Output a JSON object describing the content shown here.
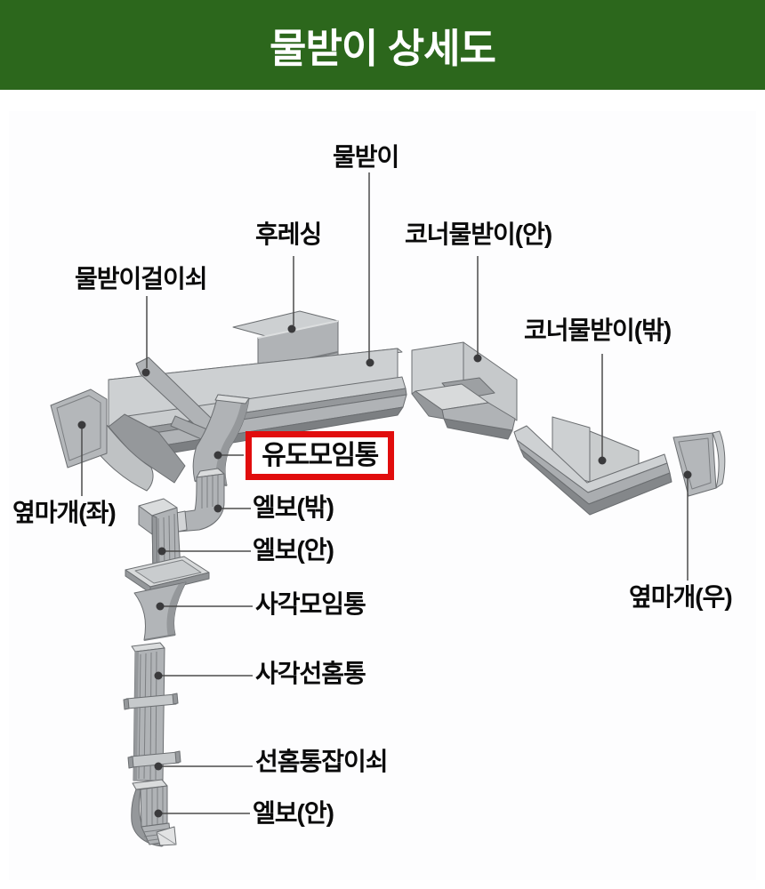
{
  "colors": {
    "header_bg": "#2c671c",
    "header_text": "#ffffff",
    "highlight": "#e10d0d",
    "label_text": "#0b0b0b",
    "leader": "#4c4c4c",
    "canvas_bg": "#fdfdfe"
  },
  "header": {
    "title": "물받이 상세도"
  },
  "diagram": {
    "labels": [
      {
        "text": "물받이",
        "part": "gutter"
      },
      {
        "text": "후레싱",
        "part": "flashing"
      },
      {
        "text": "코너물받이(안)",
        "part": "inside-corner-gutter"
      },
      {
        "text": "물받이걸이쇠",
        "part": "gutter-hanger-bracket"
      },
      {
        "text": "코너물받이(밖)",
        "part": "outside-corner-gutter"
      },
      {
        "text": "유도모임통",
        "part": "drop-outlet-funnel",
        "highlighted": true
      },
      {
        "text": "옆마개(좌)",
        "part": "end-cap-left"
      },
      {
        "text": "엘보(밖)",
        "part": "elbow-outside"
      },
      {
        "text": "엘보(안)",
        "part": "elbow-inside"
      },
      {
        "text": "사각모임통",
        "part": "square-collector-box"
      },
      {
        "text": "옆마개(우)",
        "part": "end-cap-right"
      },
      {
        "text": "사각선홈통",
        "part": "square-downspout"
      },
      {
        "text": "선홈통잡이쇠",
        "part": "downspout-bracket"
      },
      {
        "text": "엘보(안)",
        "part": "elbow-inside-bottom"
      }
    ]
  }
}
